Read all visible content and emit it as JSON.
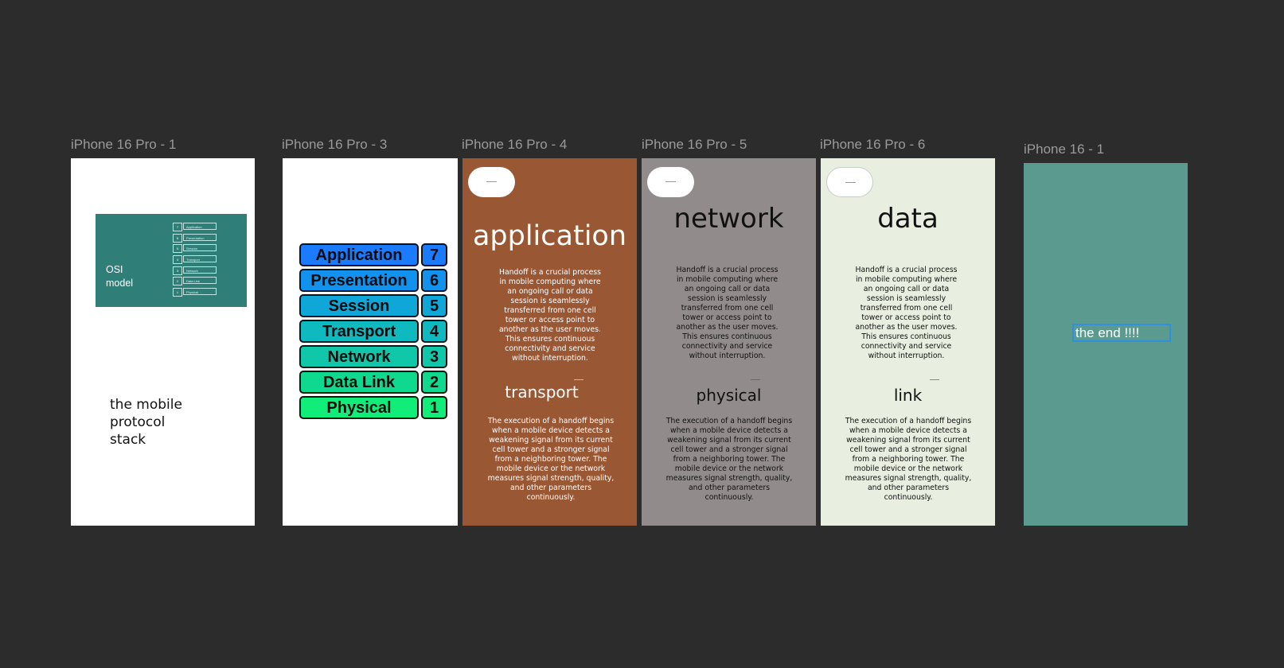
{
  "frames": [
    {
      "id": "f1",
      "label": "iPhone 16 Pro - 1",
      "background": "#ffffff",
      "thumb": {
        "line1": "OSI",
        "line2": "model",
        "rows": [
          {
            "num": "7",
            "label": "Application"
          },
          {
            "num": "6",
            "label": "Presentation"
          },
          {
            "num": "5",
            "label": "Session"
          },
          {
            "num": "4",
            "label": "Transport"
          },
          {
            "num": "3",
            "label": "Network"
          },
          {
            "num": "2",
            "label": "Data Link"
          },
          {
            "num": "1",
            "label": "Physical"
          }
        ]
      },
      "caption_lines": [
        "the mobile",
        "protocol",
        "stack"
      ]
    },
    {
      "id": "f3",
      "label": "iPhone 16 Pro - 3",
      "background": "#ffffff",
      "layers": [
        {
          "name": "Application",
          "num": "7",
          "color": "#1a7bff"
        },
        {
          "name": "Presentation",
          "num": "6",
          "color": "#1192ee"
        },
        {
          "name": "Session",
          "num": "5",
          "color": "#0ea7d8"
        },
        {
          "name": "Transport",
          "num": "4",
          "color": "#0fb9c0"
        },
        {
          "name": "Network",
          "num": "3",
          "color": "#10c8a9"
        },
        {
          "name": "Data Link",
          "num": "2",
          "color": "#0fd98e"
        },
        {
          "name": "Physical",
          "num": "1",
          "color": "#10ee79"
        }
      ]
    },
    {
      "id": "f4",
      "label": "iPhone 16 Pro - 4",
      "background": "#9a5734",
      "text_color": "#ffffff",
      "title": "application",
      "subtitle": "transport"
    },
    {
      "id": "f5",
      "label": "iPhone 16 Pro - 5",
      "background": "#918b8b",
      "text_color": "#111111",
      "title": "network",
      "subtitle": "physical"
    },
    {
      "id": "f6",
      "label": "iPhone 16 Pro - 6",
      "background": "#e8eee0",
      "text_color": "#111111",
      "title": "data",
      "subtitle": "link"
    },
    {
      "id": "f7",
      "label": "iPhone 16 - 1",
      "background": "#5b9a8f",
      "end_text": "the end !!!!"
    }
  ],
  "paragraph1_lines": [
    "Handoff is a crucial process",
    "in mobile computing where",
    "an ongoing call or data",
    "session is seamlessly",
    "transferred from one cell",
    "tower or access point to",
    "another as the user moves.",
    "This ensures continuous",
    "connectivity and service",
    "without interruption."
  ],
  "paragraph2_lines": [
    "The execution of a handoff begins",
    "when a mobile device detects a",
    "weakening signal from its current",
    "cell tower and a stronger signal",
    "from a neighboring tower. The",
    "mobile device or the network",
    "measures signal strength, quality,",
    "and other parameters",
    "continuously."
  ]
}
